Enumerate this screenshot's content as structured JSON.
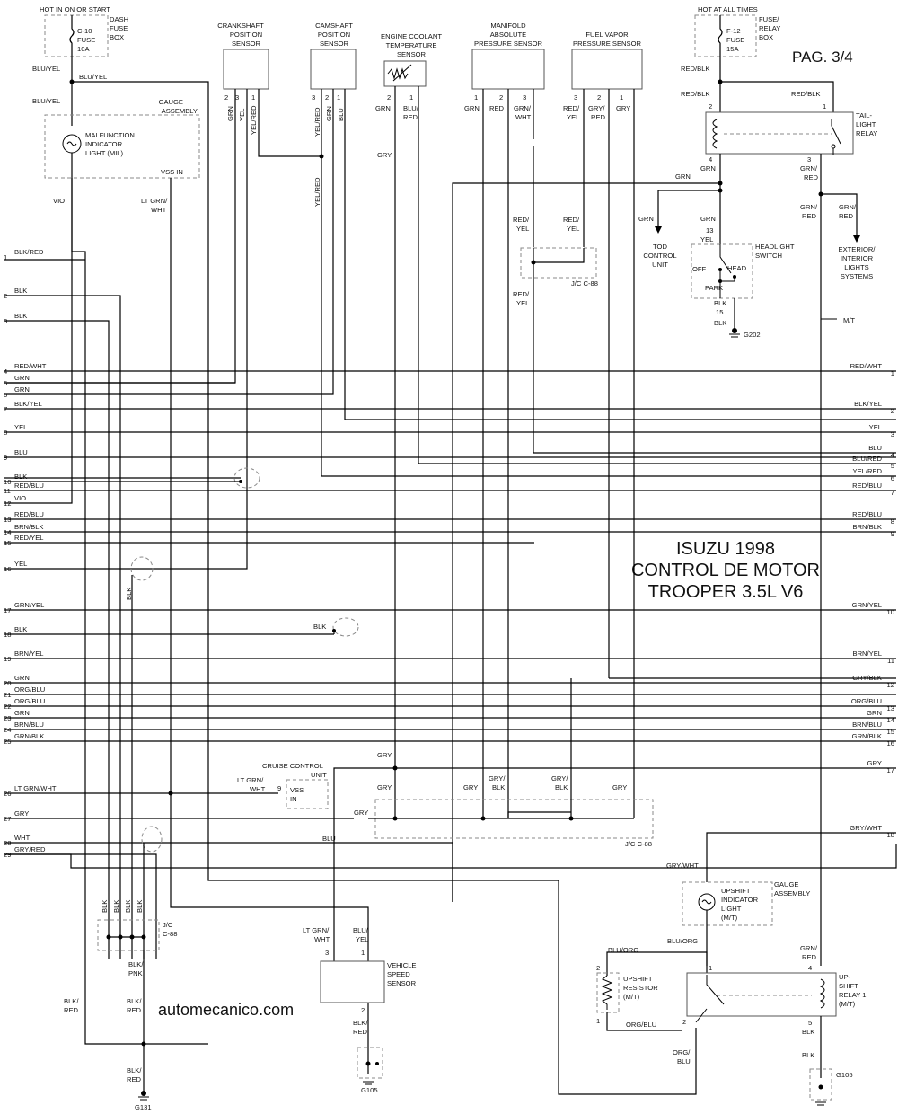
{
  "page": "PAG. 3/4",
  "title": [
    "ISUZU 1998",
    "CONTROL DE MOTOR",
    "TROOPER 3.5L V6"
  ],
  "watermark": "automecanico.com",
  "top_labels": {
    "hot_run": "HOT IN ON OR START",
    "hot_always": "HOT AT ALL TIMES",
    "dash_fuse_box": [
      "DASH",
      "FUSE",
      "BOX"
    ],
    "fuse_c10": [
      "C-10",
      "FUSE",
      "10A"
    ],
    "fuse_relay_box": [
      "FUSE/",
      "RELAY",
      "BOX"
    ],
    "fuse_f12": [
      "F-12",
      "FUSE",
      "15A"
    ]
  },
  "components": {
    "crankshaft": [
      "CRANKSHAFT",
      "POSITION",
      "SENSOR"
    ],
    "camshaft": [
      "CAMSHAFT",
      "POSITION",
      "SENSOR"
    ],
    "coolant": [
      "ENGINE COOLANT",
      "TEMPERATURE",
      "SENSOR"
    ],
    "map": [
      "MANIFOLD",
      "ABSOLUTE",
      "PRESSURE SENSOR"
    ],
    "fuel_vapor": [
      "FUEL VAPOR",
      "PRESSURE SENSOR"
    ],
    "gauge_assembly": [
      "GAUGE",
      "ASSEMBLY"
    ],
    "mil": [
      "MALFUNCTION",
      "INDICATOR",
      "LIGHT (MIL)"
    ],
    "vss_in": "VSS IN",
    "taillight_relay": [
      "TAIL-",
      "LIGHT",
      "RELAY"
    ],
    "tod": [
      "TOD",
      "CONTROL",
      "UNIT"
    ],
    "headlight_switch": [
      "HEADLIGHT",
      "SWITCH"
    ],
    "switch_off": "OFF",
    "switch_head": "HEAD",
    "switch_park": "PARK",
    "exterior": [
      "EXTERIOR/",
      "INTERIOR",
      "LIGHTS",
      "SYSTEMS"
    ],
    "cruise": [
      "CRUISE CONTROL",
      "UNIT"
    ],
    "cruise_pin": "9",
    "cruise_vss": [
      "VSS",
      "IN"
    ],
    "vss_sensor": [
      "VEHICLE",
      "SPEED",
      "SENSOR"
    ],
    "upshift_light": [
      "UPSHIFT",
      "INDICATOR",
      "LIGHT",
      "(M/T)"
    ],
    "upshift_resistor": [
      "UPSHIFT",
      "RESISTOR",
      "(M/T)"
    ],
    "upshift_relay": [
      "UP-",
      "SHIFT",
      "RELAY 1",
      "(M/T)"
    ],
    "mt": "M/T",
    "jc_c88": "J/C C-88",
    "jc_c88_stack": [
      "J/C",
      "C-88"
    ],
    "g202": "G202",
    "g105": "G105",
    "g131": "G131"
  },
  "left_pins": [
    {
      "n": "1",
      "c": "BLK/RED"
    },
    {
      "n": "2",
      "c": "BLK"
    },
    {
      "n": "3",
      "c": "BLK"
    },
    {
      "n": "4",
      "c": "RED/WHT"
    },
    {
      "n": "5",
      "c": "GRN"
    },
    {
      "n": "6",
      "c": "GRN"
    },
    {
      "n": "7",
      "c": "BLK/YEL"
    },
    {
      "n": "8",
      "c": "YEL"
    },
    {
      "n": "9",
      "c": "BLU"
    },
    {
      "n": "10",
      "c": "BLK"
    },
    {
      "n": "11",
      "c": "RED/BLU"
    },
    {
      "n": "12",
      "c": "VIO"
    },
    {
      "n": "13",
      "c": "RED/BLU"
    },
    {
      "n": "14",
      "c": "BRN/BLK"
    },
    {
      "n": "15",
      "c": "RED/YEL"
    },
    {
      "n": "16",
      "c": "YEL"
    },
    {
      "n": "17",
      "c": "GRN/YEL"
    },
    {
      "n": "18",
      "c": "BLK"
    },
    {
      "n": "19",
      "c": "BRN/YEL"
    },
    {
      "n": "20",
      "c": "GRN"
    },
    {
      "n": "21",
      "c": "ORG/BLU"
    },
    {
      "n": "22",
      "c": "ORG/BLU"
    },
    {
      "n": "23",
      "c": "GRN"
    },
    {
      "n": "24",
      "c": "BRN/BLU"
    },
    {
      "n": "25",
      "c": "GRN/BLK"
    },
    {
      "n": "26",
      "c": "LT GRN/WHT"
    },
    {
      "n": "27",
      "c": "GRY"
    },
    {
      "n": "28",
      "c": "WHT"
    },
    {
      "n": "29",
      "c": "GRY/RED"
    }
  ],
  "right_pins": [
    {
      "n": "1",
      "c": "RED/WHT"
    },
    {
      "n": "2",
      "c": "BLK/YEL"
    },
    {
      "n": "3",
      "c": "YEL"
    },
    {
      "n": "4",
      "c": "BLU"
    },
    {
      "n": "5",
      "c": "BLU/RED"
    },
    {
      "n": "6",
      "c": "YEL/RED"
    },
    {
      "n": "7",
      "c": "RED/BLU"
    },
    {
      "n": "8",
      "c": "RED/BLU"
    },
    {
      "n": "9",
      "c": "BRN/BLK"
    },
    {
      "n": "10",
      "c": "GRN/YEL"
    },
    {
      "n": "11",
      "c": "BRN/YEL"
    },
    {
      "n": "12",
      "c": "GRY/BLK"
    },
    {
      "n": "13",
      "c": "ORG/BLU"
    },
    {
      "n": "14",
      "c": "GRN"
    },
    {
      "n": "15",
      "c": "BRN/BLU"
    },
    {
      "n": "16",
      "c": "GRN/BLK"
    },
    {
      "n": "17",
      "c": "GRY"
    },
    {
      "n": "18",
      "c": "GRY/WHT"
    }
  ],
  "wire_labels": [
    {
      "t": "BLU/YEL"
    },
    {
      "t": "BLU/YEL"
    },
    {
      "t": "BLU/YEL"
    },
    {
      "t": "VSS IN"
    },
    {
      "t": "VIO"
    },
    {
      "t": "LT GRN/"
    },
    {
      "t": "WHT"
    },
    {
      "t": "2"
    },
    {
      "t": "3"
    },
    {
      "t": "1"
    },
    {
      "t": "GRN"
    },
    {
      "t": "YEL"
    },
    {
      "t": "YEL/RED"
    },
    {
      "t": "3"
    },
    {
      "t": "2"
    },
    {
      "t": "1"
    },
    {
      "t": "YEL/RED"
    },
    {
      "t": "GRN"
    },
    {
      "t": "BLU"
    },
    {
      "t": "YEL/RED"
    },
    {
      "t": "2"
    },
    {
      "t": "1"
    },
    {
      "t": "GRN"
    },
    {
      "t": "BLU/"
    },
    {
      "t": "RED"
    },
    {
      "t": "GRY"
    },
    {
      "t": "1"
    },
    {
      "t": "2"
    },
    {
      "t": "3"
    },
    {
      "t": "GRN"
    },
    {
      "t": "RED"
    },
    {
      "t": "GRN/"
    },
    {
      "t": "WHT"
    },
    {
      "t": "3"
    },
    {
      "t": "2"
    },
    {
      "t": "1"
    },
    {
      "t": "RED/"
    },
    {
      "t": "YEL"
    },
    {
      "t": "GRY/"
    },
    {
      "t": "RED"
    },
    {
      "t": "GRY"
    },
    {
      "t": "RED/"
    },
    {
      "t": "YEL"
    },
    {
      "t": "RED/"
    },
    {
      "t": "YEL"
    },
    {
      "t": "RED/"
    },
    {
      "t": "YEL"
    },
    {
      "t": "RED/BLK"
    },
    {
      "t": "RED/BLK"
    },
    {
      "t": "RED/BLK"
    },
    {
      "t": "2"
    },
    {
      "t": "1"
    },
    {
      "t": "4"
    },
    {
      "t": "3"
    },
    {
      "t": "GRN"
    },
    {
      "t": "GRN"
    },
    {
      "t": "GRY/BLK"
    },
    {
      "t": "GRN/"
    },
    {
      "t": "RED"
    },
    {
      "t": "GRN/"
    },
    {
      "t": "RED"
    },
    {
      "t": "GRN"
    },
    {
      "t": "GRN"
    },
    {
      "t": "13"
    },
    {
      "t": "YEL"
    },
    {
      "t": "BLK"
    },
    {
      "t": "15"
    },
    {
      "t": "BLK"
    },
    {
      "t": "BLK"
    },
    {
      "t": "BLK"
    },
    {
      "t": "BLK"
    },
    {
      "t": "LT GRN/"
    },
    {
      "t": "WHT"
    },
    {
      "t": "GRY"
    },
    {
      "t": "GRY"
    },
    {
      "t": "GRY"
    },
    {
      "t": "GRY"
    },
    {
      "t": "GRY/"
    },
    {
      "t": "BLK"
    },
    {
      "t": "GRY/"
    },
    {
      "t": "BLK"
    },
    {
      "t": "GRY"
    },
    {
      "t": "BLU"
    },
    {
      "t": "BLK"
    },
    {
      "t": "BLK"
    },
    {
      "t": "BLK"
    },
    {
      "t": "BLK"
    },
    {
      "t": "BLK/"
    },
    {
      "t": "PNK"
    },
    {
      "t": "BLK/"
    },
    {
      "t": "RED"
    },
    {
      "t": "BLK/"
    },
    {
      "t": "RED"
    },
    {
      "t": "BLK/"
    },
    {
      "t": "RED"
    },
    {
      "t": "LT GRN/"
    },
    {
      "t": "WHT"
    },
    {
      "t": "3"
    },
    {
      "t": "BLU/"
    },
    {
      "t": "YEL"
    },
    {
      "t": "1"
    },
    {
      "t": "2"
    },
    {
      "t": "BLK/"
    },
    {
      "t": "RED"
    },
    {
      "t": "GRY/WHT"
    },
    {
      "t": "BLU/ORG"
    },
    {
      "t": "BLU/ORG"
    },
    {
      "t": "2"
    },
    {
      "t": "1"
    },
    {
      "t": "ORG/BLU"
    },
    {
      "t": "GRN/"
    },
    {
      "t": "RED"
    },
    {
      "t": "4"
    },
    {
      "t": "1"
    },
    {
      "t": "2"
    },
    {
      "t": "5"
    },
    {
      "t": "BLK"
    },
    {
      "t": "BLK"
    },
    {
      "t": "ORG/"
    },
    {
      "t": "BLU"
    }
  ]
}
